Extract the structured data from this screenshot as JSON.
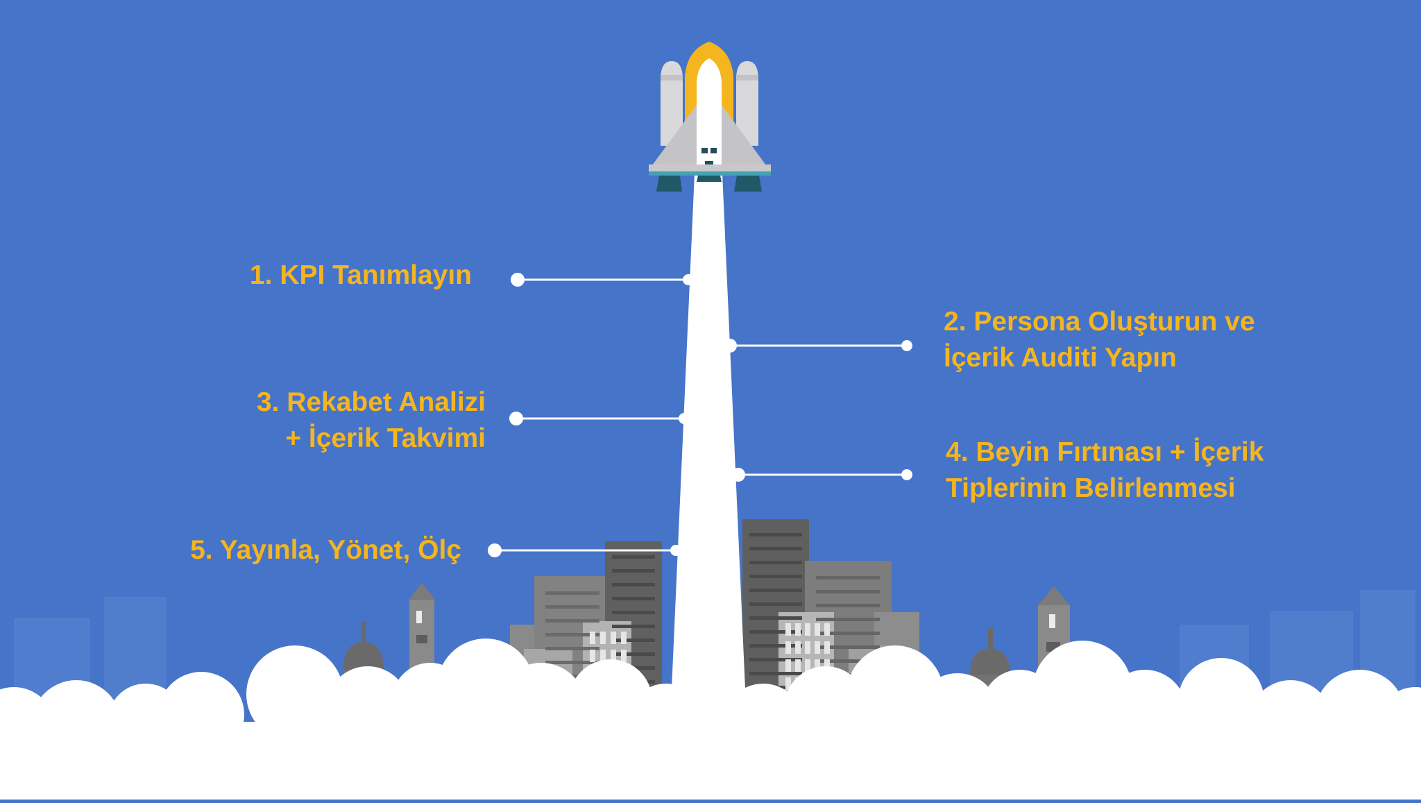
{
  "steps": [
    {
      "lines": [
        "1. KPI Tanımlayın"
      ]
    },
    {
      "lines": [
        "2. Persona Oluşturun ve",
        "İçerik Auditi Yapın"
      ]
    },
    {
      "lines": [
        "3. Rekabet Analizi",
        "+ İçerik Takvimi"
      ]
    },
    {
      "lines": [
        "4. Beyin Fırtınası + İçerik",
        "Tiplerinin Belirlenmesi"
      ]
    },
    {
      "lines": [
        "5. Yayınla, Yönet, Ölç"
      ]
    }
  ],
  "colors": {
    "background": "#4674c9",
    "label": "#f5b51e",
    "rocket_accent": "#f5b51e",
    "rocket_body": "#d9d9db",
    "building_dark": "#585858",
    "building_mid": "#7c7c7c",
    "building_light": "#9a9a9a",
    "cloud": "#ffffff"
  }
}
